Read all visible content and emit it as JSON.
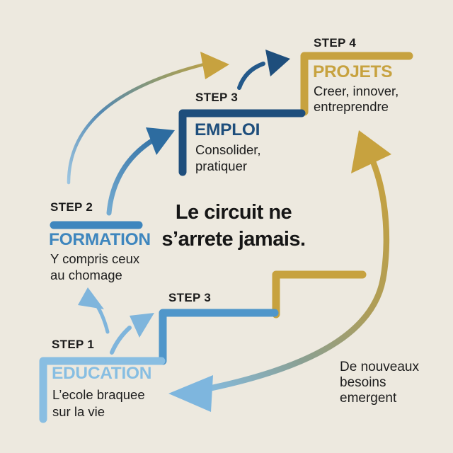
{
  "diagram": {
    "kind": "cyclic-staircase-infographic",
    "center_title": {
      "line1": "Le circuit ne",
      "line2": "s’arrete jamais."
    },
    "steps": [
      {
        "step_label": "STEP 1",
        "name": "EDUCATION",
        "desc_lines": [
          "L’ecole braquee",
          "sur la vie"
        ],
        "color_key": "light_blue"
      },
      {
        "step_label": "STEP 2",
        "name": "FORMATION",
        "desc_lines": [
          "Y compris ceux",
          "au chomage"
        ],
        "color_key": "medium_blue"
      },
      {
        "step_label": "STEP 3",
        "name": "EMPLOI",
        "desc_lines": [
          "Consolider,",
          "pratiquer"
        ],
        "color_key": "dark_blue"
      },
      {
        "step_label": "STEP 4",
        "name": "PROJETS",
        "desc_lines": [
          "Creer, innover,",
          "entreprendre"
        ],
        "color_key": "gold"
      }
    ],
    "extra_labels": {
      "bottom_step3": "STEP 3",
      "right_note_lines": [
        "De nouveaux",
        "besoins",
        "emergent"
      ]
    },
    "arrows": [
      "formation-to-projets-gradient-arc",
      "formation-to-emploi-arrow",
      "emploi-to-projets-arrow",
      "education-up-arrow",
      "education-up-right-arrow",
      "cycle-return-double-arc"
    ]
  },
  "colors": {
    "background": "#EDE9DF",
    "gold": "#C7A23F",
    "dark_blue": "#1E4E7C",
    "medium_blue": "#3E86BE",
    "step_blue": "#4F96CA",
    "light_blue": "#87BEE2",
    "text": "#1C1C1C"
  }
}
